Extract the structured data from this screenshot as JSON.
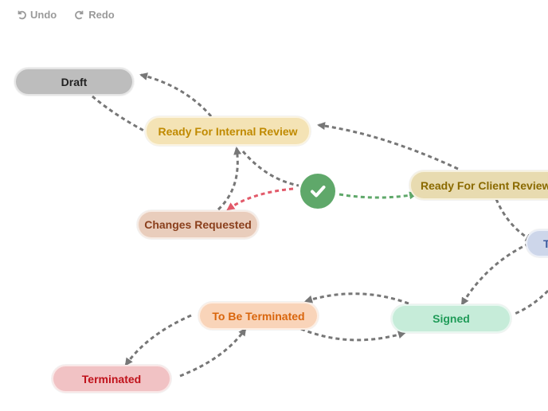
{
  "toolbar": {
    "undo_label": "Undo",
    "redo_label": "Redo"
  },
  "nodes": {
    "draft": {
      "label": "Draft",
      "bg": "#bdbdbd",
      "fg": "#222222"
    },
    "ready_internal": {
      "label": "Ready For Internal Review",
      "bg": "#f4e3b5",
      "fg": "#c08a00"
    },
    "ready_client": {
      "label": "Ready For Client Review",
      "bg": "#e8dbb0",
      "fg": "#8a6a00"
    },
    "changes_requested": {
      "label": "Changes Requested",
      "bg": "#e9cdbc",
      "fg": "#8a3f1c"
    },
    "partial_t": {
      "label": "T",
      "bg": "#cdd6ea",
      "fg": "#3d5a9e"
    },
    "to_be_terminated": {
      "label": "To Be Terminated",
      "bg": "#f9d4b9",
      "fg": "#d9650c"
    },
    "signed": {
      "label": "Signed",
      "bg": "#c6ecd9",
      "fg": "#1f9b58"
    },
    "terminated": {
      "label": "Terminated",
      "bg": "#f1c2c4",
      "fg": "#c0121b"
    }
  },
  "approve_node": {
    "icon": "check-icon",
    "color": "#5fa86a"
  },
  "edge_colors": {
    "default": "#777777",
    "approve": "#5fa86a",
    "reject": "#e25a6a"
  }
}
